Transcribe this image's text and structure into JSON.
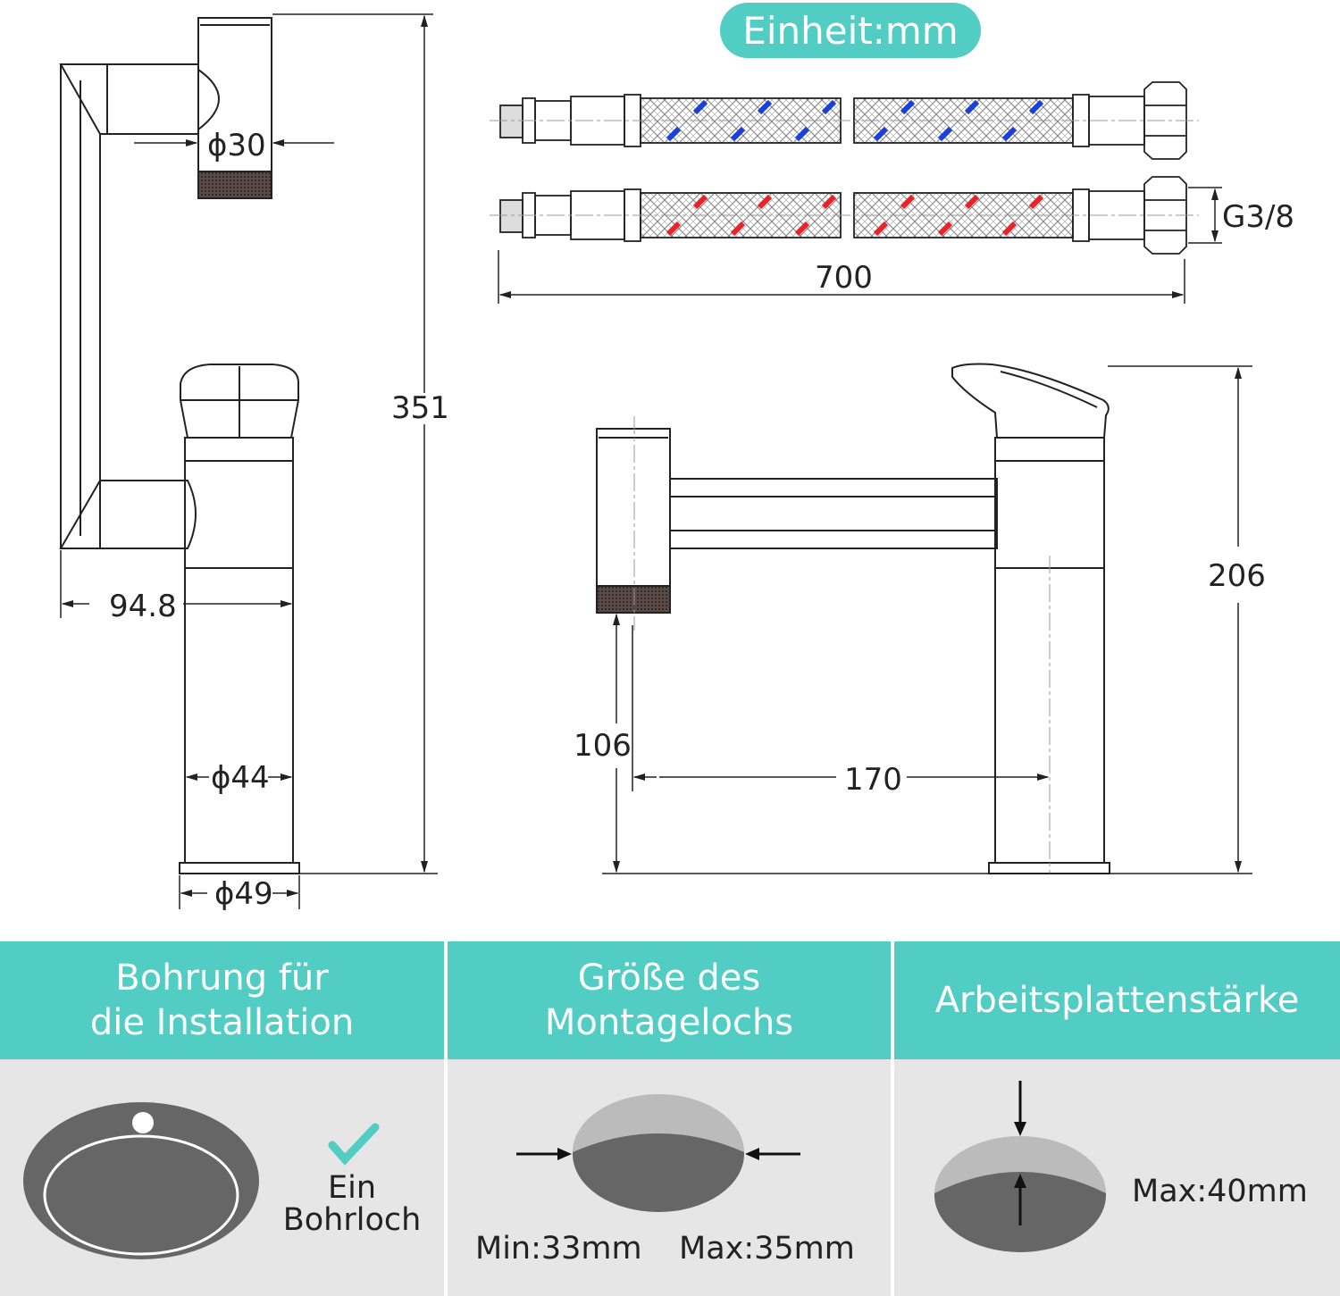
{
  "unit_label": "Einheit:mm",
  "dimensions": {
    "spout_outlet_diameter": "ϕ30",
    "total_height": "351",
    "spout_projection": "94.8",
    "body_diameter": "ϕ44",
    "base_diameter": "ϕ49",
    "hose_length": "700",
    "hose_thread": "G3/8",
    "outlet_height": "106",
    "spout_reach": "170",
    "side_height": "206"
  },
  "hose_colors": {
    "cold": "#1a3fe0",
    "hot": "#e8242a"
  },
  "panels": [
    {
      "title": "Bohrung für\ndie Installation",
      "caption": "Ein\nBohrloch"
    },
    {
      "title": "Größe des\nMontagelochs",
      "caption_min": "Min:33mm",
      "caption_max": "Max:35mm"
    },
    {
      "title": "Arbeitsplattenstärke",
      "caption": "Max:40mm"
    }
  ],
  "colors": {
    "accent": "#52cdc4",
    "panel_bg": "#e6e6e6",
    "sink_fill": "#666666"
  }
}
